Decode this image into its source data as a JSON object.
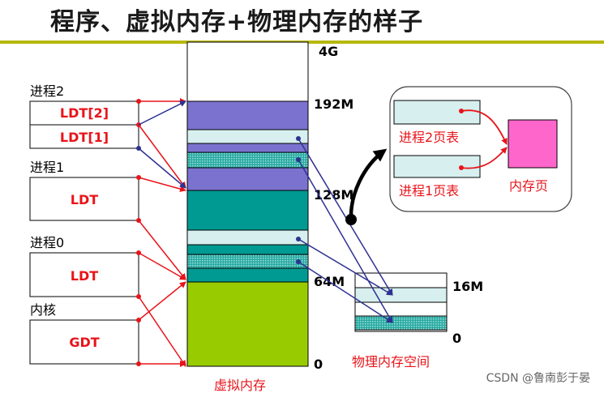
{
  "title": "程序、虚拟内存+物理内存的样子",
  "processes": {
    "p2": "进程2",
    "p2_entries": [
      "LDT[2]",
      "LDT[1]"
    ],
    "p1": "进程1",
    "p1_entry": "LDT",
    "p0": "进程0",
    "p0_entry": "LDT",
    "kernel": "内核",
    "kernel_entry": "GDT"
  },
  "virtual_memory": {
    "caption": "虚拟内存",
    "ticks": [
      "4G",
      "192M",
      "128M",
      "64M",
      "0"
    ]
  },
  "physical_memory": {
    "caption": "物理内存空间",
    "ticks": [
      "16M",
      "0"
    ]
  },
  "inset": {
    "page_table_2": "进程2页表",
    "page_table_1": "进程1页表",
    "memory_page": "内存页"
  },
  "watermark": "CSDN @鲁南彭于晏",
  "colors": {
    "purple": "#7b72cf",
    "teal": "#009a92",
    "light_cyan": "#d7efef",
    "dotted_teal": "#3bb9b0",
    "green": "#99cc00",
    "pink": "#ff66cc",
    "arrow_red": "#e8141a",
    "arrow_blue": "#2e3192",
    "text_red": "#e8141a"
  }
}
